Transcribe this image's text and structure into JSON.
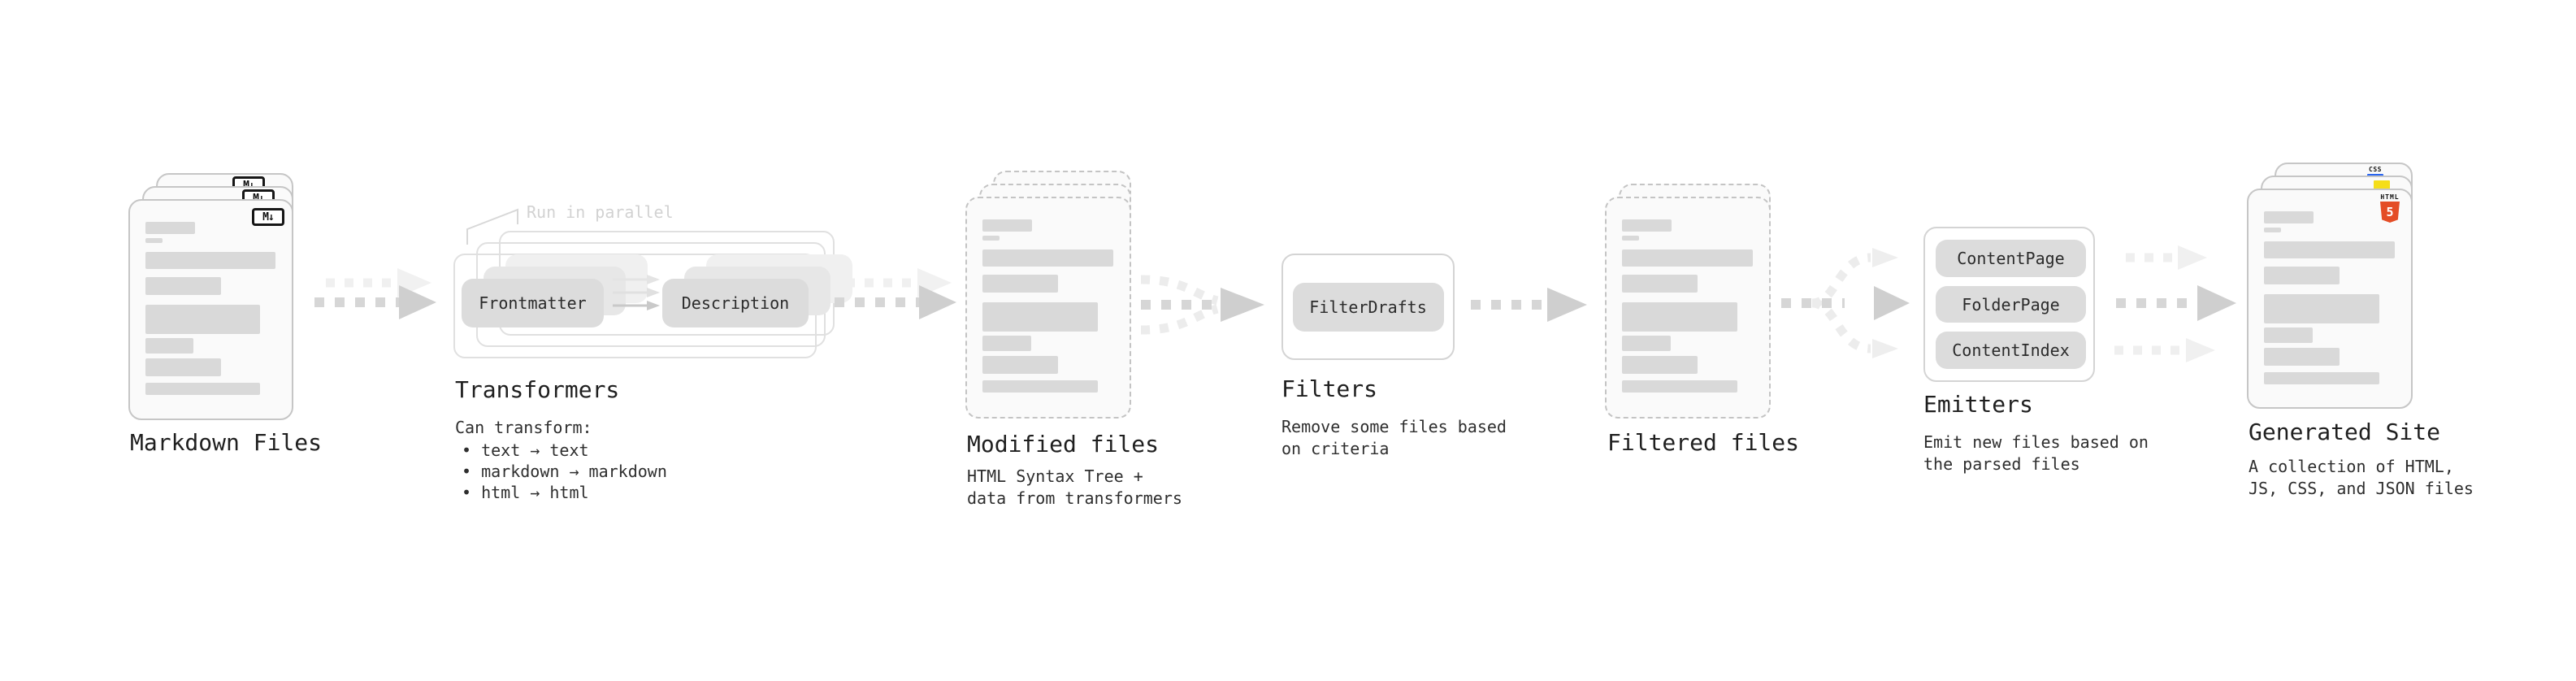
{
  "pipeline": {
    "markdown_files": {
      "label": "Markdown Files",
      "badge": "M↓"
    },
    "transformers": {
      "note": "Run in parallel",
      "boxes": [
        "Frontmatter",
        "Description"
      ],
      "title": "Transformers",
      "intro": "Can transform:",
      "bullets": [
        "• text → text",
        "• markdown → markdown",
        "• html → html"
      ]
    },
    "modified_files": {
      "label": "Modified files",
      "desc": [
        "HTML Syntax Tree +",
        "data from transformers"
      ]
    },
    "filters": {
      "title": "Filters",
      "box": "FilterDrafts",
      "desc": [
        "Remove some files based",
        "on criteria"
      ]
    },
    "filtered_files": {
      "label": "Filtered files"
    },
    "emitters": {
      "title": "Emitters",
      "boxes": [
        "ContentPage",
        "FolderPage",
        "ContentIndex"
      ],
      "desc": [
        "Emit new files based on",
        "the parsed files"
      ]
    },
    "generated_site": {
      "label": "Generated Site",
      "desc": [
        "A collection of HTML,",
        "JS, CSS, and JSON files"
      ],
      "badges": {
        "css_label": "CSS",
        "html_label": "HTML",
        "html_version": "5"
      }
    }
  },
  "colors": {
    "html5_orange": "#e44d26",
    "js_yellow": "#f5de19",
    "css_blue": "#2965f1",
    "card_border": "#c6c6c6",
    "arrow_gray": "#cfcfcf",
    "arrow_light": "#ededed",
    "note_gray": "#d2d2d2",
    "text_dark": "#1f1f1f"
  }
}
